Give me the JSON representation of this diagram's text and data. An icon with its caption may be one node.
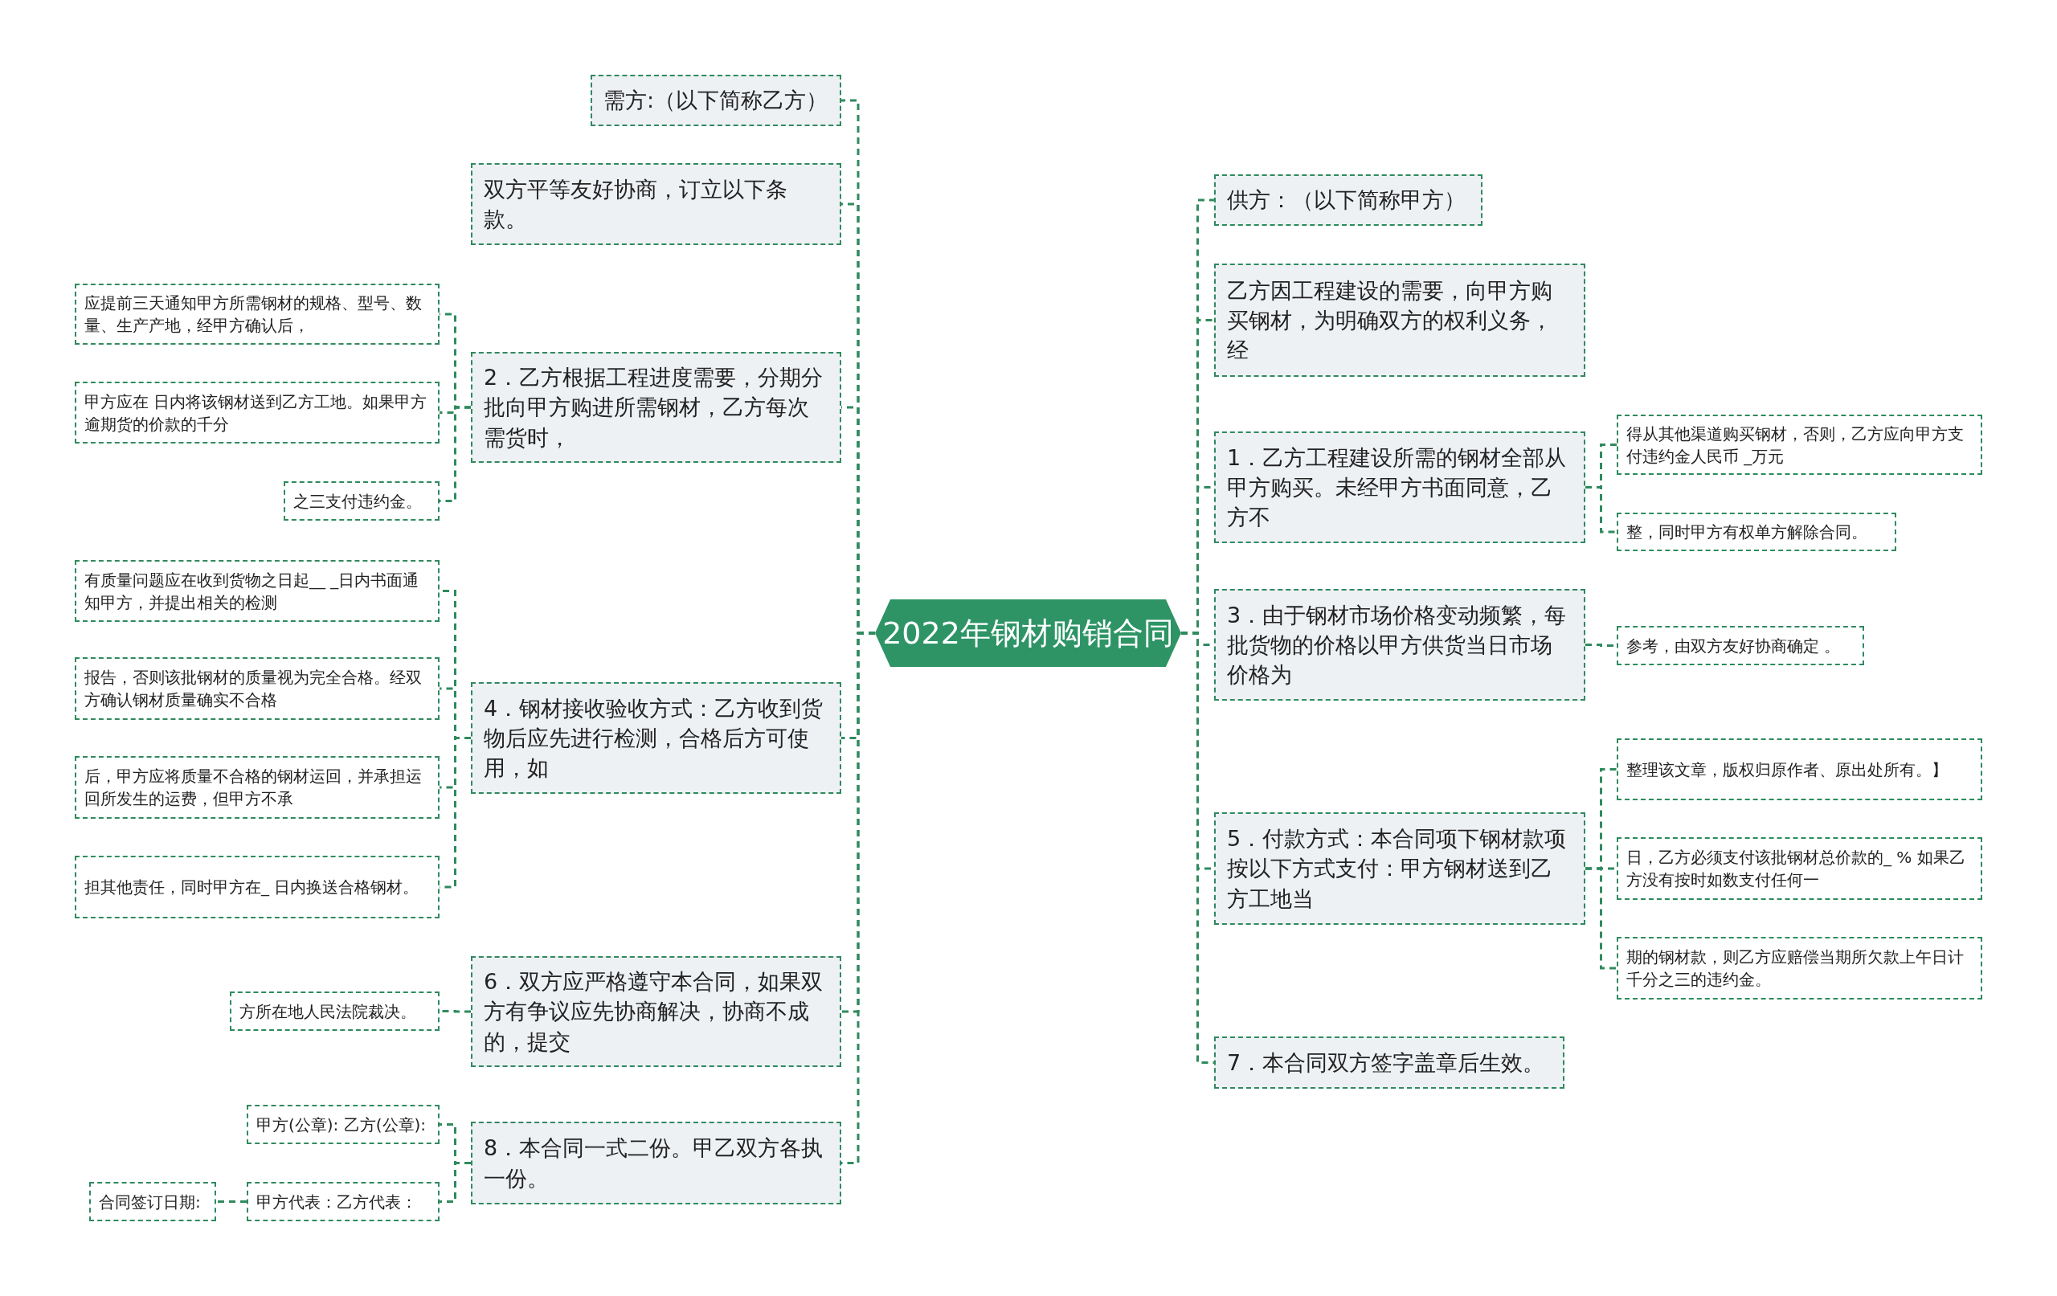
{
  "diagram": {
    "nodes": [
      {
        "text": [
          "2022年钢材购销合同"
        ]
      },
      {
        "text": [
          "供方：（以下简称甲方）"
        ]
      },
      {
        "text": [
          "乙方因工程建设的需要，向甲方购买钢材，为明确双方的权利义务，经"
        ]
      },
      {
        "text": [
          "1．乙方工程建设所需的钢材全部从甲方购买。未经甲方书面同意，乙方不"
        ]
      },
      {
        "text": [
          "得从其他渠道购买钢材，否则，乙方应向甲方支付违约金人民币 _万元"
        ]
      },
      {
        "text": [
          "整，同时甲方有权单方解除合同。"
        ]
      },
      {
        "text": [
          "3．由于钢材市场价格变动频繁，每批货物的价格以甲方供货当日市场价格为"
        ]
      },
      {
        "text": [
          "参考，由双方友好协商确定 。"
        ]
      },
      {
        "text": [
          "5．付款方式：本合同项下钢材款项按以下方式支付：甲方钢材送到乙方工地当"
        ]
      },
      {
        "text": [
          "整理该文章，版权归原作者、原出处所有。】"
        ]
      },
      {
        "text": [
          "日，乙方必须支付该批钢材总价款的_ % 如果乙方没有按时如数支付任何一"
        ]
      },
      {
        "text": [
          "期的钢材款，则乙方应赔偿当期所欠款上午日计千分之三的违约金。"
        ]
      },
      {
        "text": [
          "7．本合同双方签字盖章后生效。"
        ]
      },
      {
        "text": [
          "需方:（以下简称乙方）"
        ]
      },
      {
        "text": [
          "双方平等友好协商，订立以下条款。"
        ]
      },
      {
        "text": [
          "2．乙方根据工程进度需要，分期分批向甲方购进所需钢材，乙方每次需货时，"
        ]
      },
      {
        "text": [
          "应提前三天通知甲方所需钢材的规格、型号、数量、生产产地，经甲方确认后，"
        ]
      },
      {
        "text": [
          "甲方应在 日内将该钢材送到乙方工地。如果甲方逾期货的价款的千分"
        ]
      },
      {
        "text": [
          "之三支付违约金。"
        ]
      },
      {
        "text": [
          "4．钢材接收验收方式：乙方收到货物后应先进行检测，合格后方可使用，如"
        ]
      },
      {
        "text": [
          "有质量问题应在收到货物之日起__ _日内书面通知甲方，并提出相关的检测"
        ]
      },
      {
        "text": [
          "报告，否则该批钢材的质量视为完全合格。经双方确认钢材质量确实不合格"
        ]
      },
      {
        "text": [
          "后，甲方应将质量不合格的钢材运回，并承担运回所发生的运费，但甲方不承"
        ]
      },
      {
        "text": [
          "担其他责任，同时甲方在_ 日内换送合格钢材。"
        ]
      },
      {
        "text": [
          "6．双方应严格遵守本合同，如果双方有争议应先协商解决，协商不成的，提交"
        ]
      },
      {
        "text": [
          "方所在地人民法院裁决。"
        ]
      },
      {
        "text": [
          "8．本合同一式二份。甲乙双方各执一份。"
        ]
      },
      {
        "text": [
          "甲方(公章): 乙方(公章):"
        ]
      },
      {
        "text": [
          "甲方代表：乙方代表："
        ]
      },
      {
        "text": [
          "合同签订日期:"
        ]
      }
    ],
    "edges": [
      {
        "from": 0,
        "to": 1,
        "arrow": "none"
      },
      {
        "from": 0,
        "to": 2,
        "arrow": "none"
      },
      {
        "from": 0,
        "to": 3,
        "arrow": "none"
      },
      {
        "from": 3,
        "to": 4,
        "arrow": "none"
      },
      {
        "from": 3,
        "to": 5,
        "arrow": "none"
      },
      {
        "from": 0,
        "to": 6,
        "arrow": "none"
      },
      {
        "from": 6,
        "to": 7,
        "arrow": "none"
      },
      {
        "from": 0,
        "to": 8,
        "arrow": "none"
      },
      {
        "from": 8,
        "to": 9,
        "arrow": "none"
      },
      {
        "from": 8,
        "to": 10,
        "arrow": "none"
      },
      {
        "from": 8,
        "to": 11,
        "arrow": "none"
      },
      {
        "from": 0,
        "to": 12,
        "arrow": "none"
      },
      {
        "from": 0,
        "to": 13,
        "arrow": "none"
      },
      {
        "from": 0,
        "to": 14,
        "arrow": "none"
      },
      {
        "from": 0,
        "to": 15,
        "arrow": "none"
      },
      {
        "from": 15,
        "to": 16,
        "arrow": "none"
      },
      {
        "from": 15,
        "to": 17,
        "arrow": "none"
      },
      {
        "from": 15,
        "to": 18,
        "arrow": "none"
      },
      {
        "from": 0,
        "to": 19,
        "arrow": "none"
      },
      {
        "from": 19,
        "to": 20,
        "arrow": "none"
      },
      {
        "from": 19,
        "to": 21,
        "arrow": "none"
      },
      {
        "from": 19,
        "to": 22,
        "arrow": "none"
      },
      {
        "from": 19,
        "to": 23,
        "arrow": "none"
      },
      {
        "from": 0,
        "to": 24,
        "arrow": "none"
      },
      {
        "from": 24,
        "to": 25,
        "arrow": "none"
      },
      {
        "from": 0,
        "to": 26,
        "arrow": "none"
      },
      {
        "from": 26,
        "to": 27,
        "arrow": "none"
      },
      {
        "from": 26,
        "to": 28,
        "arrow": "none"
      },
      {
        "from": 28,
        "to": 29,
        "arrow": "none"
      }
    ]
  }
}
